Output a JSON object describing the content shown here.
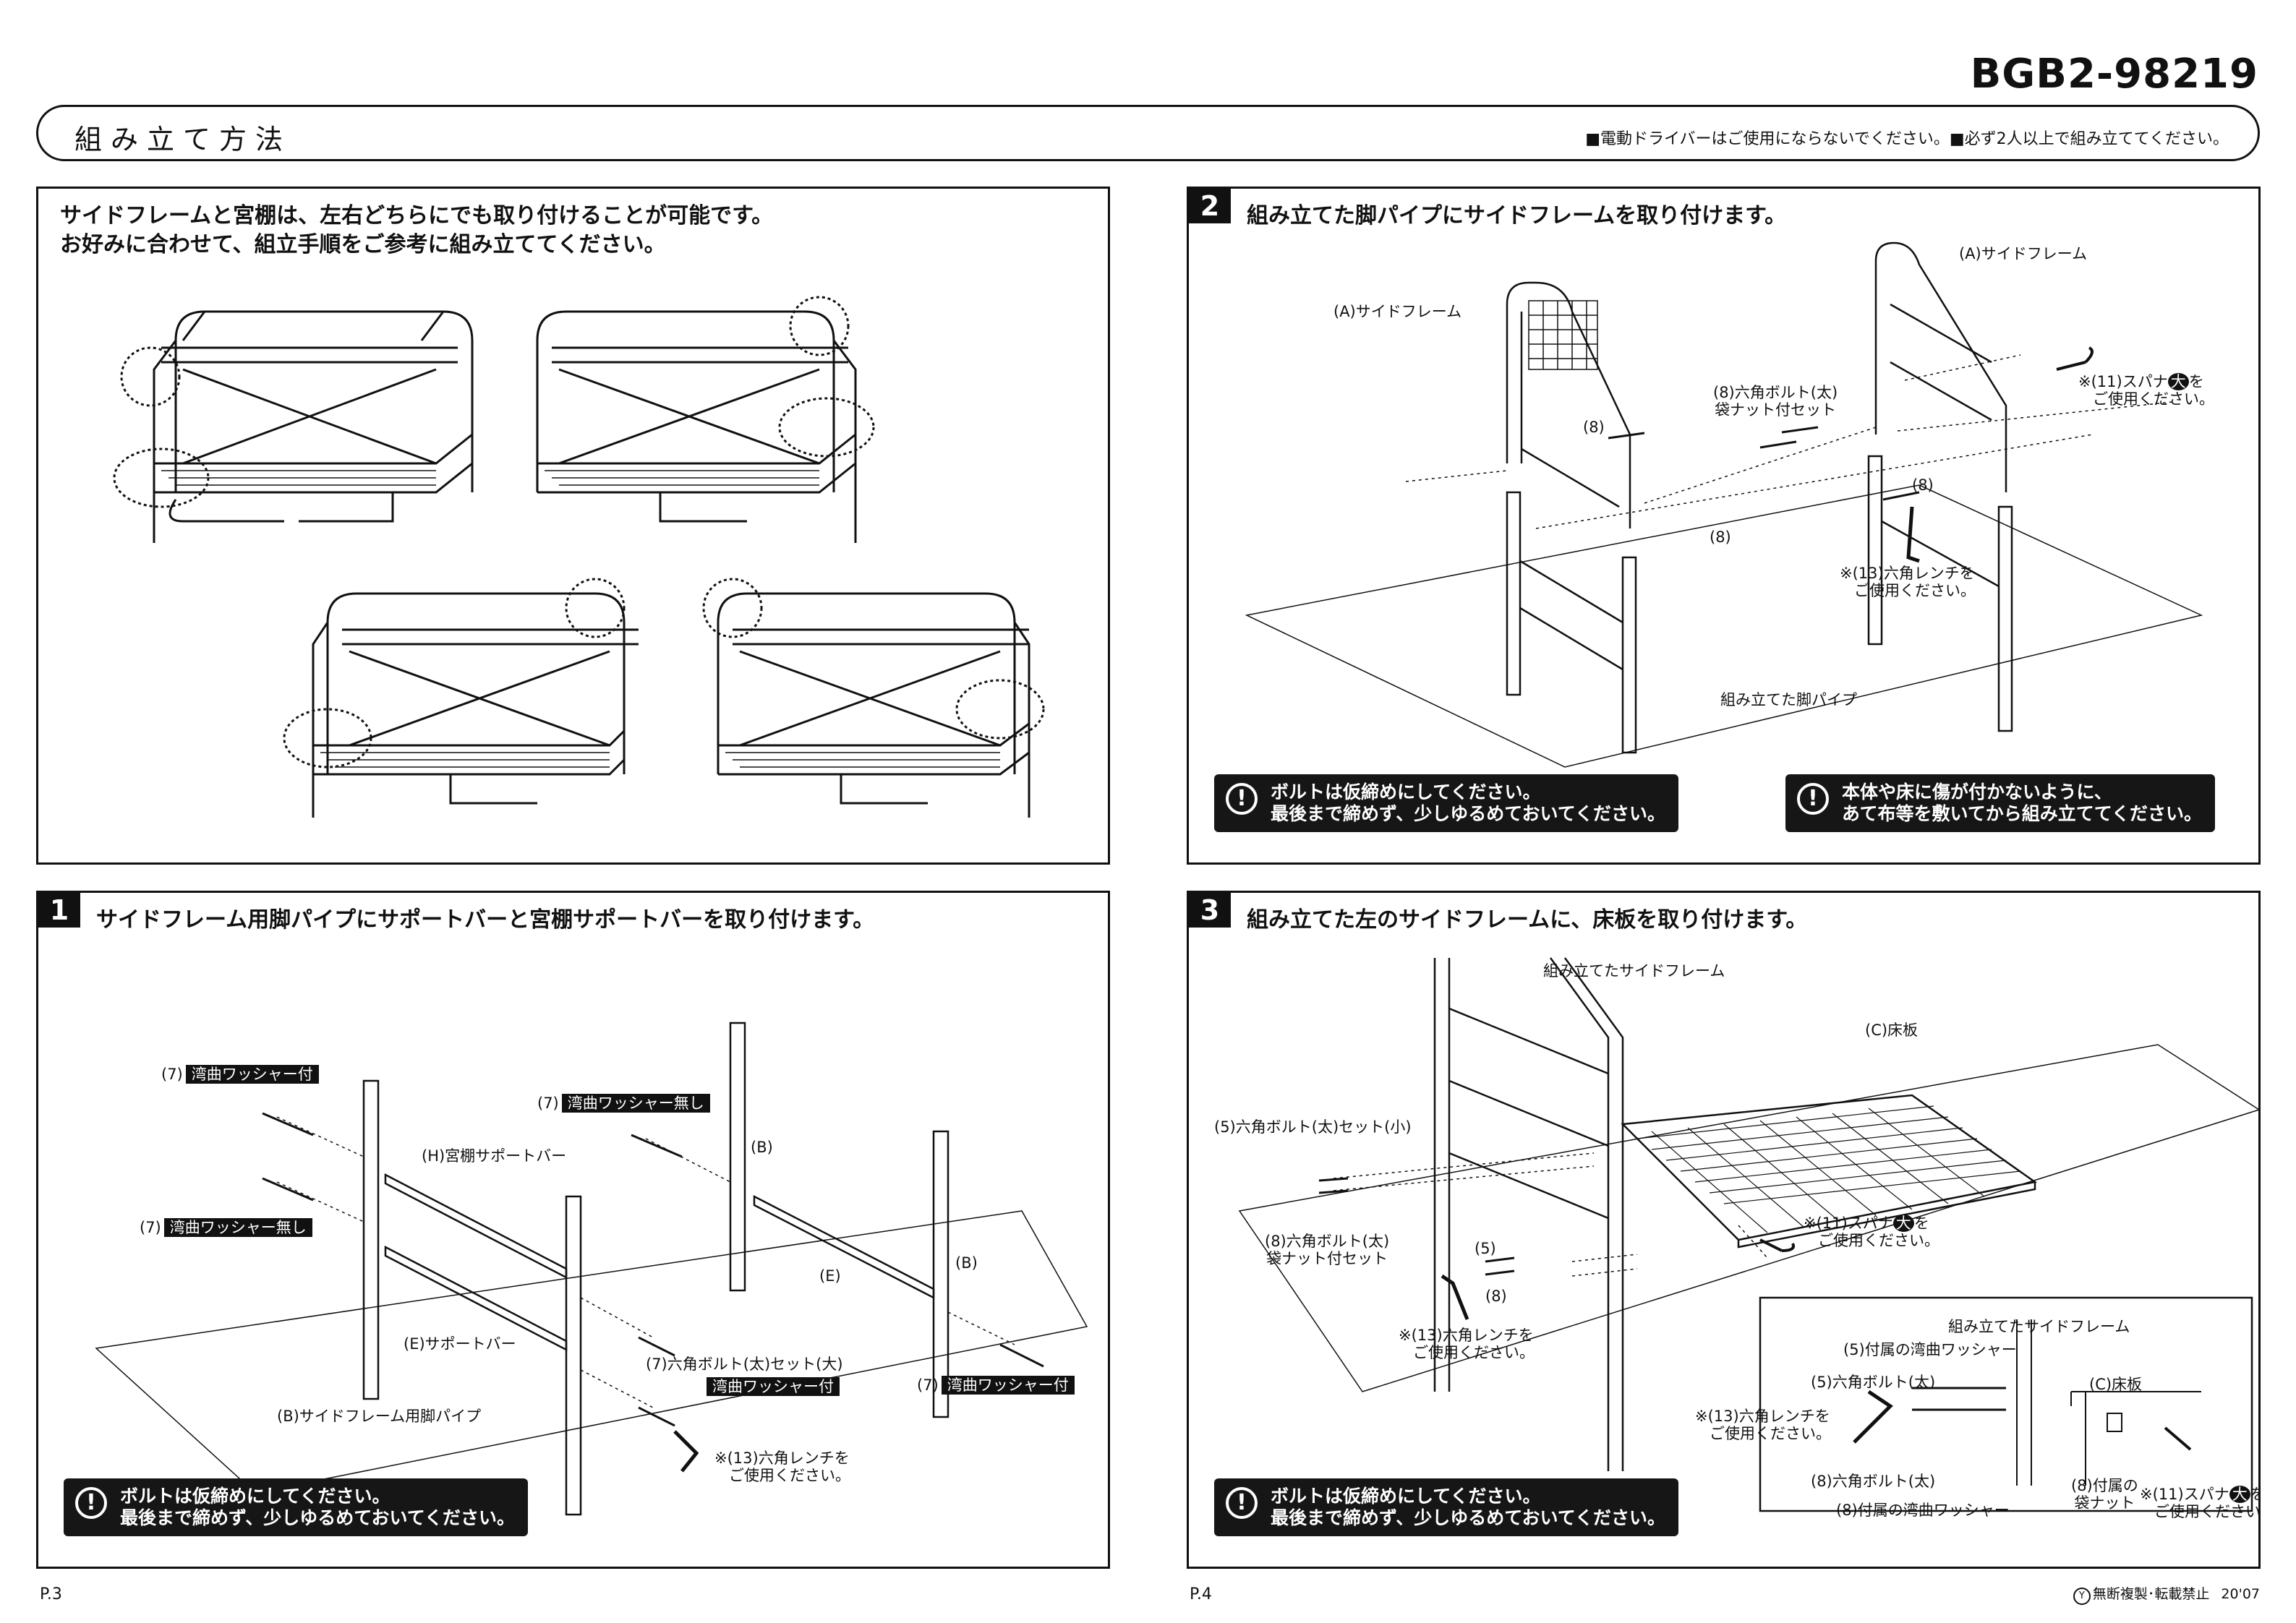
{
  "document": {
    "model_code": "BGB2-98219",
    "header_title": "組み立て方法",
    "header_notice": "■電動ドライバーはご使用にならないでください。■必ず2人以上で組み立ててください。"
  },
  "intro": {
    "line1": "サイドフレームと宮棚は、左右どちらにでも取り付けることが可能です。",
    "line2": "お好みに合わせて、組立手順をご参考に組み立ててください。"
  },
  "step1": {
    "number": "1",
    "title": "サイドフレーム用脚パイプにサポートバーと宮棚サポートバーを取り付けます。",
    "labels": {
      "washer_with_prefix": "(7)",
      "washer_with": "湾曲ワッシャー付",
      "washer_without_prefix": "(7)",
      "washer_without": "湾曲ワッシャー無し",
      "washer_without2_prefix": "(7)",
      "washer_without2": "湾曲ワッシャー無し",
      "shelf_support_bar": "(H)宮棚サポートバー",
      "support_bar": "(E)サポートバー",
      "leg_pipe": "(B)サイドフレーム用脚パイプ",
      "b1": "(B)",
      "b2": "(B)",
      "e": "(E)",
      "hex_bolt_set_large": "(7)六角ボルト(太)セット(大)",
      "washer_with2": "湾曲ワッシャー付",
      "washer_with3_prefix": "(7)",
      "washer_with3": "湾曲ワッシャー付",
      "wrench_line1": "※(13)六角レンチを",
      "wrench_line2": "ご使用ください。"
    },
    "warning": {
      "line1": "ボルトは仮締めにしてください。",
      "line2": "最後まで締めず、少しゆるめておいてください。"
    }
  },
  "step2": {
    "number": "2",
    "title": "組み立てた脚パイプにサイドフレームを取り付けます。",
    "labels": {
      "side_frame_left": "(A)サイドフレーム",
      "side_frame_right": "(A)サイドフレーム",
      "bolt_set_line1": "(8)六角ボルト(太)",
      "bolt_set_line2": "袋ナット付セット",
      "eight_a": "(8)",
      "eight_b": "(8)",
      "eight_c": "(8)",
      "spanner_line1": "※(11)スパナ",
      "spanner_mark": "大",
      "spanner_line1b": "を",
      "spanner_line2": "ご使用ください。",
      "hex_wrench_line1": "※(13)六角レンチを",
      "hex_wrench_line2": "ご使用ください。",
      "assembled_leg": "組み立てた脚パイプ"
    },
    "warning_left": {
      "line1": "ボルトは仮締めにしてください。",
      "line2": "最後まで締めず、少しゆるめておいてください。"
    },
    "warning_right": {
      "line1": "本体や床に傷が付かないように、",
      "line2": "あて布等を敷いてから組み立ててください。"
    }
  },
  "step3": {
    "number": "3",
    "title": "組み立てた左のサイドフレームに、床板を取り付けます。",
    "labels": {
      "assembled_side_frame": "組み立てたサイドフレーム",
      "floor_board": "(C)床板",
      "bolt_small": "(5)六角ボルト(太)セット(小)",
      "bolt_nut_line1": "(8)六角ボルト(太)",
      "bolt_nut_line2": "袋ナット付セット",
      "five": "(5)",
      "eight": "(8)",
      "spanner_line1": "※(11)スパナ",
      "spanner_mark": "大",
      "spanner_line1b": "を",
      "spanner_line2": "ご使用ください。",
      "hex_wrench_line1": "※(13)六角レンチを",
      "hex_wrench_line2": "ご使用ください。"
    },
    "detail": {
      "side_frame": "組み立てたサイドフレーム",
      "washer5": "(5)付属の湾曲ワッシャー",
      "bolt5": "(5)六角ボルト(太)",
      "wrench_line1": "※(13)六角レンチを",
      "wrench_line2": "ご使用ください。",
      "bolt8": "(8)六角ボルト(太)",
      "washer8": "(8)付属の湾曲ワッシャー",
      "floor": "(C)床板",
      "nut_line1": "(8)付属の",
      "nut_line2": "袋ナット",
      "spanner_line1": "※(11)スパナ",
      "spanner_mark": "大",
      "spanner_line1b": "を",
      "spanner_line2": "ご使用ください。"
    },
    "warning": {
      "line1": "ボルトは仮締めにしてください。",
      "line2": "最後まで締めず、少しゆるめておいてください。"
    }
  },
  "footer": {
    "page_left": "P.3",
    "page_right": "P.4",
    "copyright_mark": "Y",
    "copyright": "無断複製･転載禁止",
    "date": "20'07"
  }
}
